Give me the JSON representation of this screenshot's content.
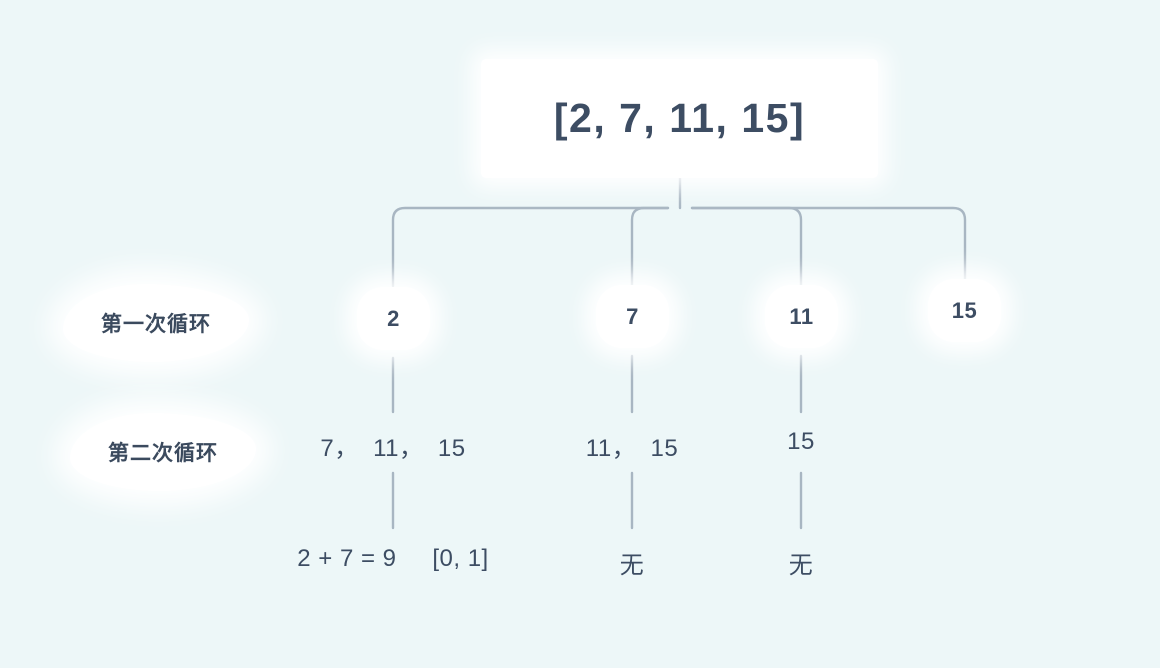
{
  "theme": {
    "background": "#edf7f8",
    "text_color": "#3d4d63",
    "card_color": "#ffffff",
    "connector_color": "#a8b6c2"
  },
  "root": {
    "label": "[2, 7, 11, 15]"
  },
  "stage_labels": [
    {
      "label": "第一次循环"
    },
    {
      "label": "第二次循环"
    }
  ],
  "loop1_nodes": [
    {
      "label": "2"
    },
    {
      "label": "7"
    },
    {
      "label": "11"
    },
    {
      "label": "15"
    }
  ],
  "loop2_values": [
    {
      "label": "7，  11，  15"
    },
    {
      "label": "11，  15"
    },
    {
      "label": "15"
    }
  ],
  "results": [
    {
      "label": "2 + 7 = 9     [0, 1]"
    },
    {
      "label": "无"
    },
    {
      "label": "无"
    }
  ]
}
